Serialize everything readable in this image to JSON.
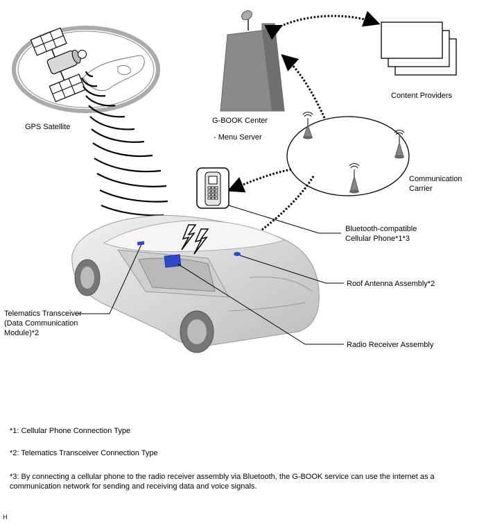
{
  "labels": {
    "gps_satellite": "GPS Satellite",
    "gbook_center": "G-BOOK Center",
    "menu_server": "- Menu Server",
    "content_providers": "Content Providers",
    "communication_carrier_line1": "Communication",
    "communication_carrier_line2": "Carrier",
    "bluetooth_phone_line1": "Bluetooth-compatible",
    "bluetooth_phone_line2": "Cellular Phone*1*3",
    "roof_antenna": "Roof Antenna Assembly*2",
    "telematics_line1": "Telematics Transceiver",
    "telematics_line2": "(Data Communication",
    "telematics_line3": "Module)*2",
    "radio_receiver": "Radio Receiver Assembly"
  },
  "notes": {
    "note1": "*1: Cellular Phone Connection Type",
    "note2": "*2: Telematics Transceiver Connection Type",
    "note3": "*3: By connecting a cellular phone to the radio receiver assembly via Bluetooth, the G-BOOK service can use the internet as a communication network for sending and receiving data and voice signals."
  },
  "corner_mark": "H",
  "colors": {
    "line": "#000000",
    "building": "#8a8a8a",
    "car_body": "#e2e2e2",
    "highlight_blue": "#2e49c9"
  }
}
